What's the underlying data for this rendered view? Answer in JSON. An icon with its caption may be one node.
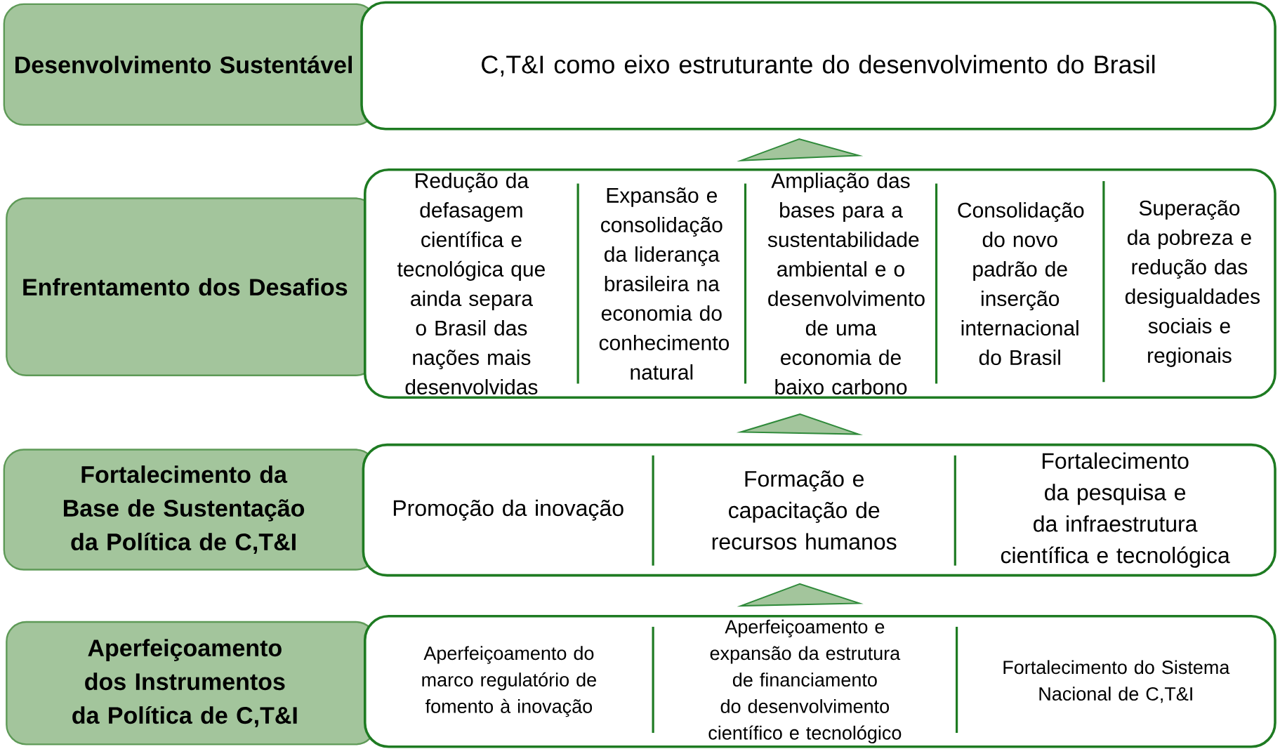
{
  "diagram": {
    "nodes": [
      {
        "text": [
          "Desenvolvimento Sustentável"
        ]
      },
      {
        "text": [
          "C,T&I como eixo estruturante do desenvolvimento do Brasil"
        ]
      },
      {
        "text": [
          "Enfrentamento dos Desafios"
        ]
      },
      {
        "text": [],
        "shape": "box"
      },
      {
        "text": [
          "Redução da defasagem científica e tecnológica que ainda separa o Brasil das nações mais desenvolvidas"
        ],
        "in": 3
      },
      {
        "text": [
          "Expansão e consolidação da liderança brasileira na economia do conhecimento natural"
        ],
        "in": 3
      },
      {
        "text": [
          "Ampliação das bases para a sustentabilidade ambiental e o desenvolvimento de uma economia de baixo carbono"
        ],
        "in": 3
      },
      {
        "text": [
          "Consolidação do novo padrão de inserção internacional do Brasil"
        ],
        "in": 3
      },
      {
        "text": [
          "Superação da pobreza e redução das desigualdades sociais e regionais"
        ],
        "in": 3
      },
      {
        "text": [
          "Fortalecimento da Base de Sustentação da Política de C,T&I"
        ]
      },
      {
        "text": [],
        "shape": "box"
      },
      {
        "text": [
          "Promoção da inovação"
        ],
        "in": 10
      },
      {
        "text": [
          "Formação e capacitação de recursos  humanos"
        ],
        "in": 10
      },
      {
        "text": [
          "Fortalecimento da pesquisa e da infraestrutura científica e tecnológica"
        ],
        "in": 10
      },
      {
        "text": [
          "Aperfeiçoamento dos Instrumentos da Política de C,T&I"
        ]
      },
      {
        "text": [],
        "shape": "box"
      },
      {
        "text": [
          "Aperfeiçoamento do marco regulatório de fomento à inovação"
        ],
        "in": 15
      },
      {
        "text": [
          "Aperfeiçoamento e expansão da estrutura de financiamento do desenvolvimento científico e tecnológico"
        ],
        "in": 15
      },
      {
        "text": [
          "Fortalecimento do Sistema Nacional de C,T&I"
        ],
        "in": 15
      }
    ],
    "edges": [
      {
        "from": 3,
        "to": 1,
        "arrow": "to"
      },
      {
        "from": 10,
        "to": 3,
        "arrow": "to"
      },
      {
        "from": 15,
        "to": 10,
        "arrow": "to"
      }
    ]
  }
}
